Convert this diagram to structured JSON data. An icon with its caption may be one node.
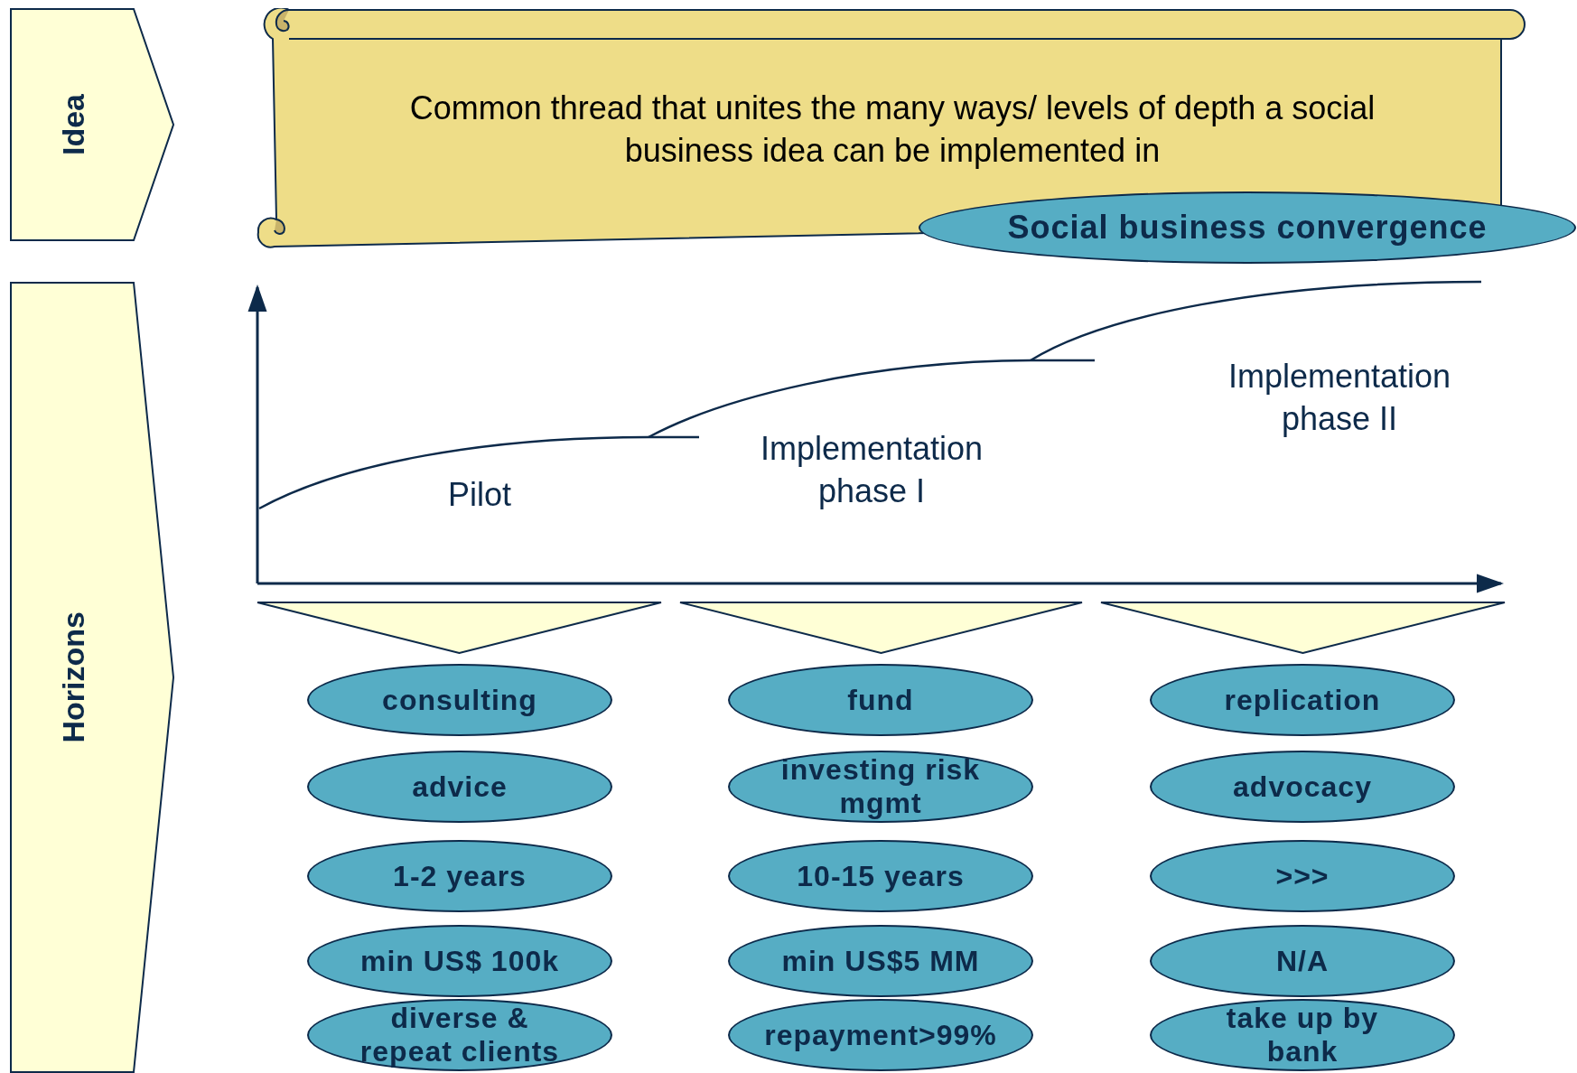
{
  "diagram": {
    "nodes": [
      {
        "text": [
          "Idea"
        ]
      },
      {
        "text": [
          "Horizons"
        ]
      },
      {
        "text": [
          "Common thread that unites the many ways/ levels of depth a social business idea can be implemented in"
        ]
      },
      {
        "text": [
          "Social business convergence"
        ]
      },
      {
        "text": [],
        "shape": "triangle"
      },
      {
        "text": [],
        "shape": "triangle"
      },
      {
        "text": [],
        "shape": "triangle"
      },
      {
        "text": [
          "consulting"
        ]
      },
      {
        "text": [
          "fund"
        ]
      },
      {
        "text": [
          "replication"
        ]
      },
      {
        "text": [
          "advice"
        ]
      },
      {
        "text": [
          "investing risk mgmt"
        ]
      },
      {
        "text": [
          "advocacy"
        ]
      },
      {
        "text": [
          "1-2 years"
        ]
      },
      {
        "text": [
          "10-15 years"
        ]
      },
      {
        "text": [
          ">>>"
        ]
      },
      {
        "text": [
          "min US$ 100k"
        ]
      },
      {
        "text": [
          "min US$5 MM"
        ]
      },
      {
        "text": [
          "N/A"
        ]
      },
      {
        "text": [
          "diverse & repeat clients"
        ]
      },
      {
        "text": [
          "repayment>99%"
        ]
      },
      {
        "text": [
          "take up by bank"
        ]
      }
    ],
    "labels": [
      "Pilot",
      "Implementation phase I",
      "Implementation phase II"
    ]
  }
}
